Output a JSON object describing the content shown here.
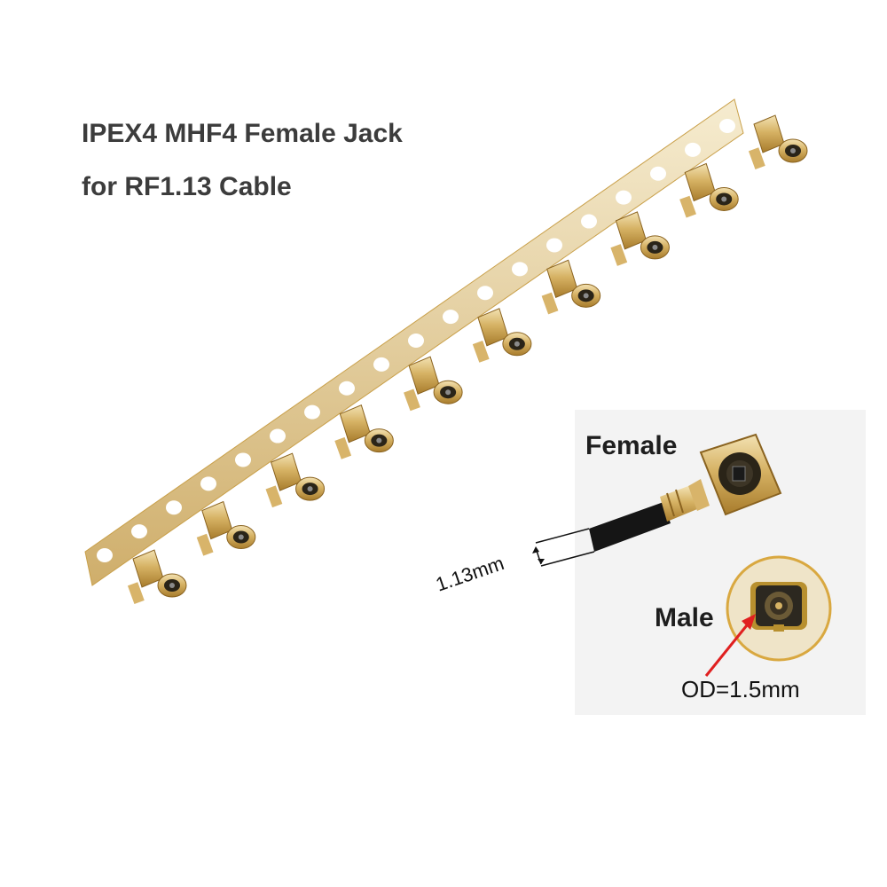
{
  "title": {
    "line1": "IPEX4 MHF4 Female Jack",
    "line2": "for RF1.13 Cable"
  },
  "inset": {
    "female_label": "Female",
    "male_label": "Male",
    "cable_dimension": "1.13mm",
    "od_label": "OD=1.5mm"
  },
  "colors": {
    "gold": "#c9a04a",
    "gold_light": "#ecd8a6",
    "cable": "#151515",
    "arrow": "#e02020",
    "text": "#3c3c3c"
  }
}
